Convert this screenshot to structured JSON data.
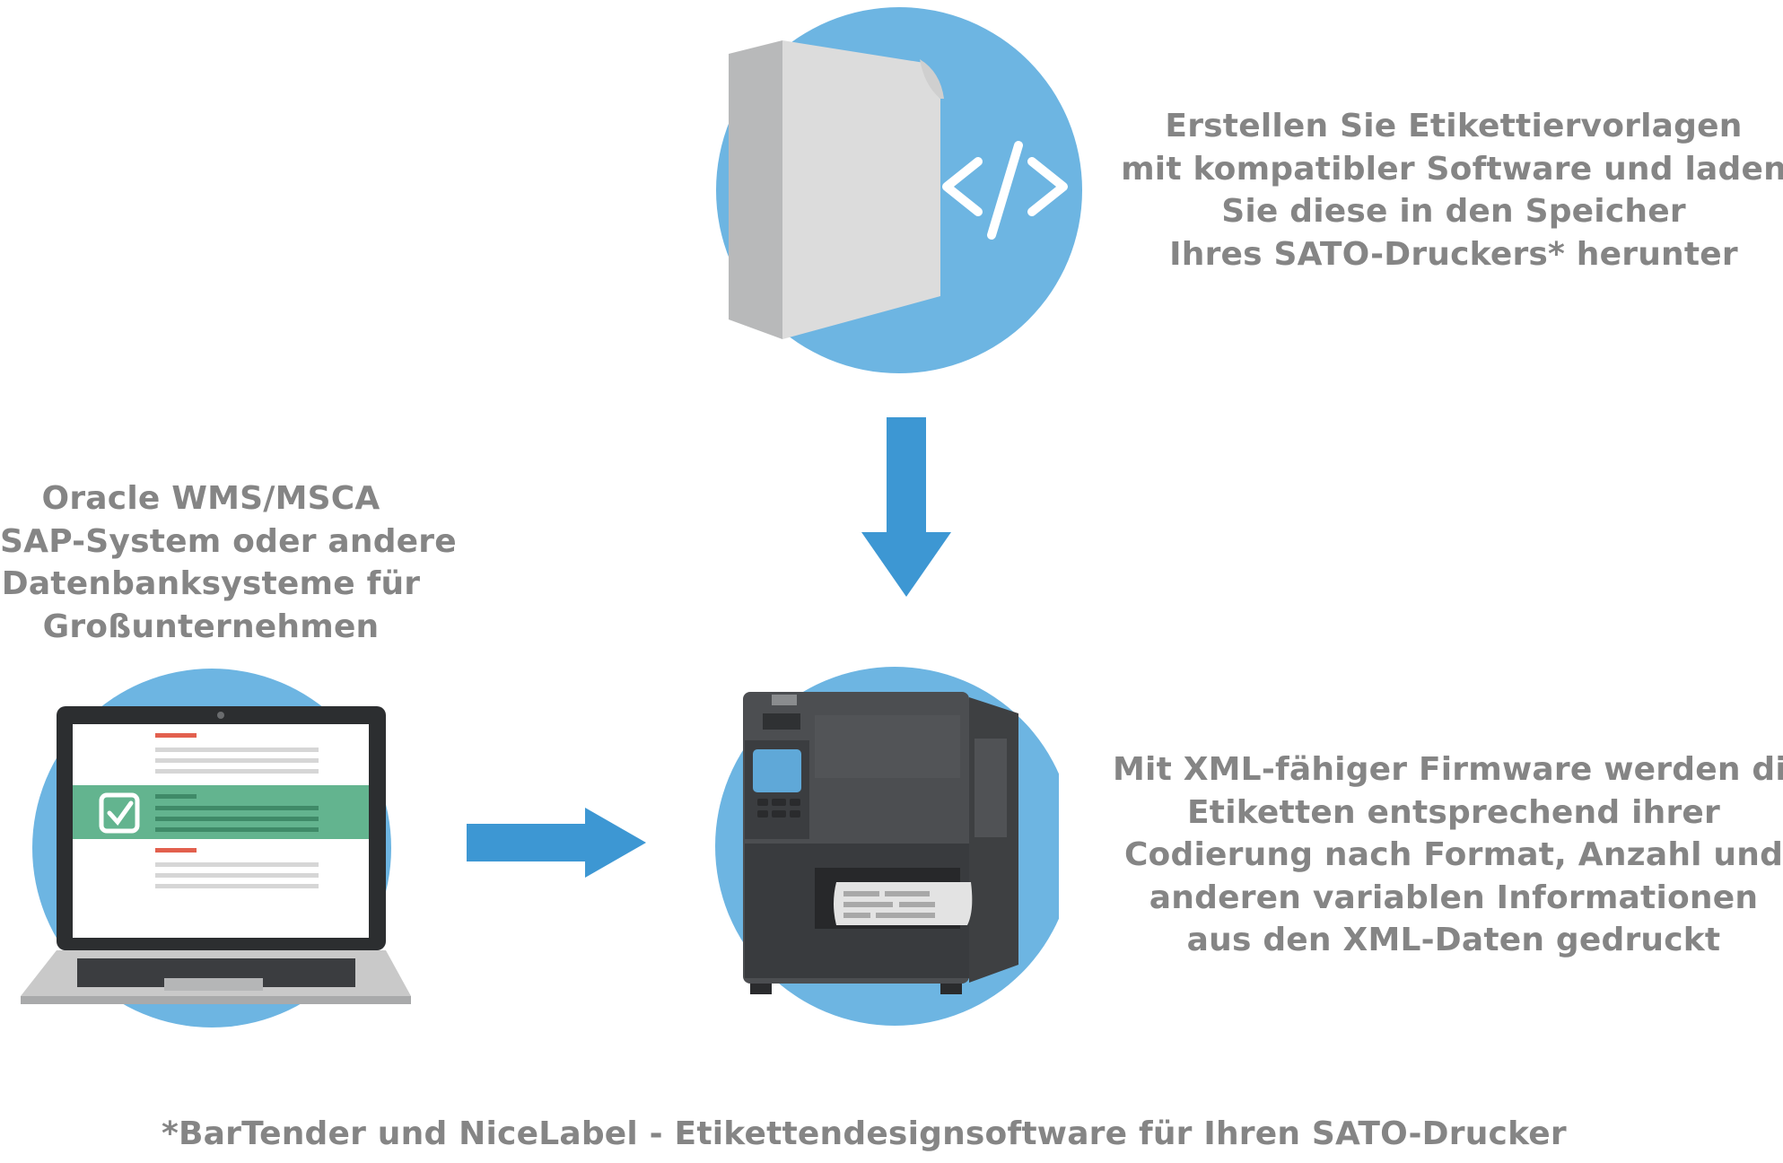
{
  "captions": {
    "software": [
      "Erstellen Sie Etikettiervorlagen",
      "mit kompatibler Software und laden",
      "Sie diese in den Speicher",
      "Ihres SATO-Druckers* herunter"
    ],
    "systems": [
      "Oracle WMS/MSCA",
      "SAP-System oder andere",
      "Datenbanksysteme für",
      "Großunternehmen"
    ],
    "firmware": [
      "Mit XML-fähiger Firmware werden die",
      "Etiketten entsprechend ihrer",
      "Codierung nach Format, Anzahl und",
      "anderen variablen Informationen",
      "aus den XML-Daten gedruckt"
    ]
  },
  "footnote": "*BarTender und NiceLabel - Etikettendesignsoftware für Ihren SATO-Drucker",
  "icons": {
    "software": "software-box-icon",
    "code": "code-brackets-icon",
    "laptop": "laptop-icon",
    "printer": "label-printer-icon",
    "arrow_down": "arrow-down-icon",
    "arrow_right": "arrow-right-icon"
  },
  "colors": {
    "circle": "#6db5e2",
    "arrow": "#3d97d3",
    "text": "#858585",
    "highlight": "#63b48f",
    "printer_body": "#4c4e51"
  }
}
